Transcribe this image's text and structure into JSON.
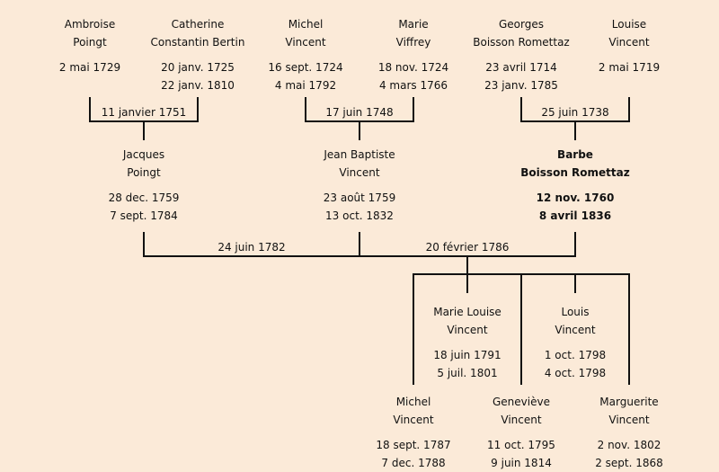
{
  "grandparents": [
    {
      "first": "Ambroise",
      "last": "Poingt",
      "birth": "2 mai 1729",
      "death": ""
    },
    {
      "first": "Catherine",
      "last": "Constantin Bertin",
      "birth": "20 janv. 1725",
      "death": "22 janv. 1810"
    },
    {
      "first": "Michel",
      "last": "Vincent",
      "birth": "16 sept. 1724",
      "death": "4 mai 1792"
    },
    {
      "first": "Marie",
      "last": "Viffrey",
      "birth": "18 nov. 1724",
      "death": "4 mars 1766"
    },
    {
      "first": "Georges",
      "last": "Boisson Romettaz",
      "birth": "23 avril 1714",
      "death": "23 janv. 1785"
    },
    {
      "first": "Louise",
      "last": "Vincent",
      "birth": "2 mai 1719",
      "death": ""
    }
  ],
  "grandparent_marriages": [
    "11 janvier 1751",
    "17 juin 1748",
    "25 juin 1738"
  ],
  "parents": [
    {
      "first": "Jacques",
      "last": "Poingt",
      "birth": "28 dec. 1759",
      "death": "7 sept. 1784"
    },
    {
      "first": "Jean Baptiste",
      "last": "Vincent",
      "birth": "23 août 1759",
      "death": "13 oct. 1832"
    },
    {
      "first": "Barbe",
      "last": "Boisson Romettaz",
      "birth": "12 nov. 1760",
      "death": "8 avril 1836"
    }
  ],
  "parent_marriages": [
    "24 juin 1782",
    "20 février 1786"
  ],
  "children": [
    {
      "first": "Michel",
      "last": "Vincent",
      "birth": "18 sept. 1787",
      "death": "7 dec. 1788"
    },
    {
      "first": "Marie Louise",
      "last": "Vincent",
      "birth": "18 juin 1791",
      "death": "5 juil. 1801"
    },
    {
      "first": "Geneviève",
      "last": "Vincent",
      "birth": "11 oct. 1795",
      "death": "9 juin 1814"
    },
    {
      "first": "Louis",
      "last": "Vincent",
      "birth": "1 oct. 1798",
      "death": "4 oct. 1798"
    },
    {
      "first": "Marguerite",
      "last": "Vincent",
      "birth": "2 nov. 1802",
      "death": "2 sept. 1868"
    }
  ]
}
